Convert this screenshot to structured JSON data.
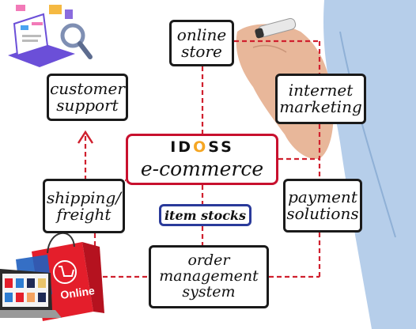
{
  "brand": {
    "name_start": "ID",
    "name_accent": "O",
    "name_end": "SS",
    "accent_color": "#f5a623"
  },
  "center": {
    "title": "e-commerce",
    "border_color": "#c8102e"
  },
  "nodes": {
    "online_store": "online\nstore",
    "customer_support": "customer\nsupport",
    "internet_marketing": "internet\nmarketing",
    "shipping_freight": "shipping/\nfreight",
    "payment_solutions": "payment\nsolutions",
    "order_management": "order\nmanagement\nsystem",
    "item_stocks": "item stocks"
  },
  "bag_label": "Online",
  "colors": {
    "connector": "#d0202e",
    "box_border": "#1a1a1a",
    "stocks_border": "#2a3a9a",
    "hand": "#e8b79a",
    "sleeve": "#a9c6e6"
  }
}
